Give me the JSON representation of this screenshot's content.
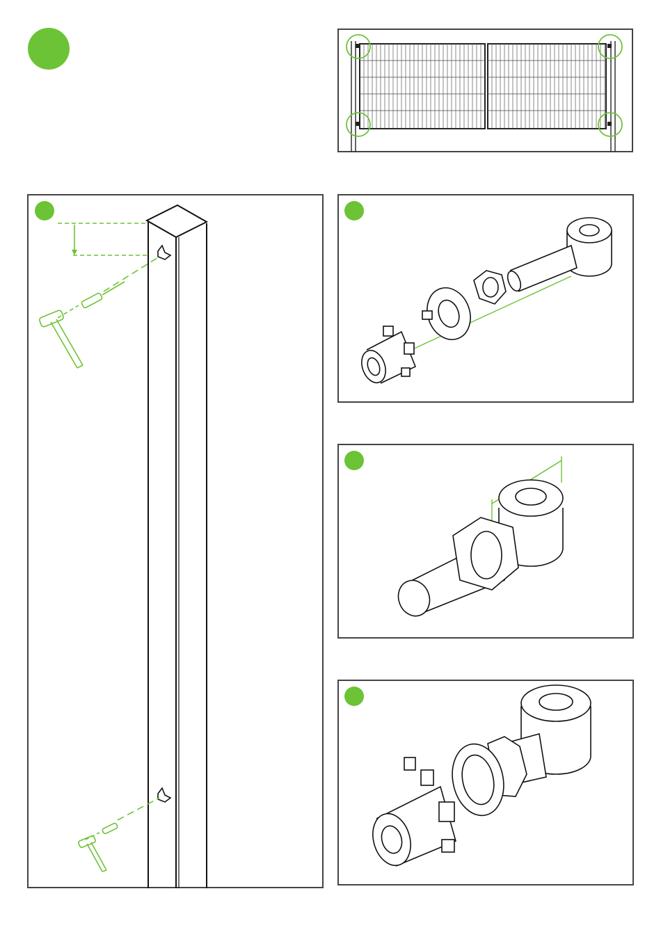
{
  "theme": {
    "accent": "#6cc335",
    "ink": "#222222",
    "frame": "#444444"
  },
  "header": {
    "step_badge_icon": "filled-green-circle"
  },
  "overview": {
    "subject": "double-gate-elevation",
    "callouts": 4
  },
  "panels": [
    {
      "id": "post-drilling",
      "badge": "green-circle",
      "icons": [
        "hammer-icon",
        "drill-bit-icon",
        "post-icon"
      ]
    },
    {
      "id": "hinge-exploded",
      "badge": "green-circle",
      "icons": [
        "hinge-eye-bolt-icon",
        "hex-nut-icon",
        "washer-icon",
        "sleeve-icon"
      ]
    },
    {
      "id": "hinge-adjust",
      "badge": "green-circle",
      "icons": [
        "dimension-arrow-icon",
        "hinge-eye-bolt-icon"
      ]
    },
    {
      "id": "hinge-assembled",
      "badge": "green-circle",
      "icons": [
        "hinge-assembly-icon"
      ]
    }
  ]
}
